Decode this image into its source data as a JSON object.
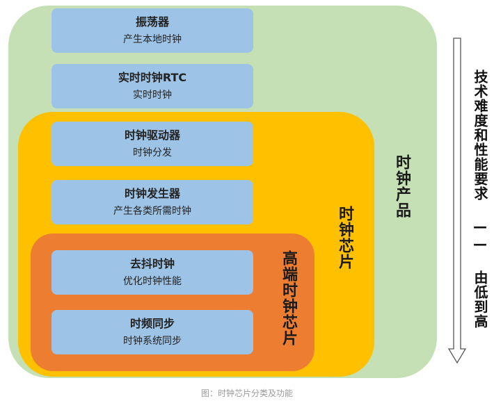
{
  "regions": {
    "products": "时钟产品",
    "chips": "时钟芯片",
    "high_end": "高端时钟芯片"
  },
  "boxes": [
    {
      "title": "振荡器",
      "subtitle": "产生本地时钟"
    },
    {
      "title": "实时时钟RTC",
      "subtitle": "实时时钟"
    },
    {
      "title": "时钟驱动器",
      "subtitle": "时钟分发"
    },
    {
      "title": "时钟发生器",
      "subtitle": "产生各类所需时钟"
    },
    {
      "title": "去抖时钟",
      "subtitle": "优化时钟性能"
    },
    {
      "title": "时频同步",
      "subtitle": "时钟系统同步"
    }
  ],
  "difficulty_label": "技术难度和性能要求 —— 由低到高",
  "caption": "图：时钟芯片分类及功能",
  "colors": {
    "outer": "#c5e0b4",
    "middle": "#ffc000",
    "inner": "#ed7d31",
    "box": "#9dc3e6"
  }
}
